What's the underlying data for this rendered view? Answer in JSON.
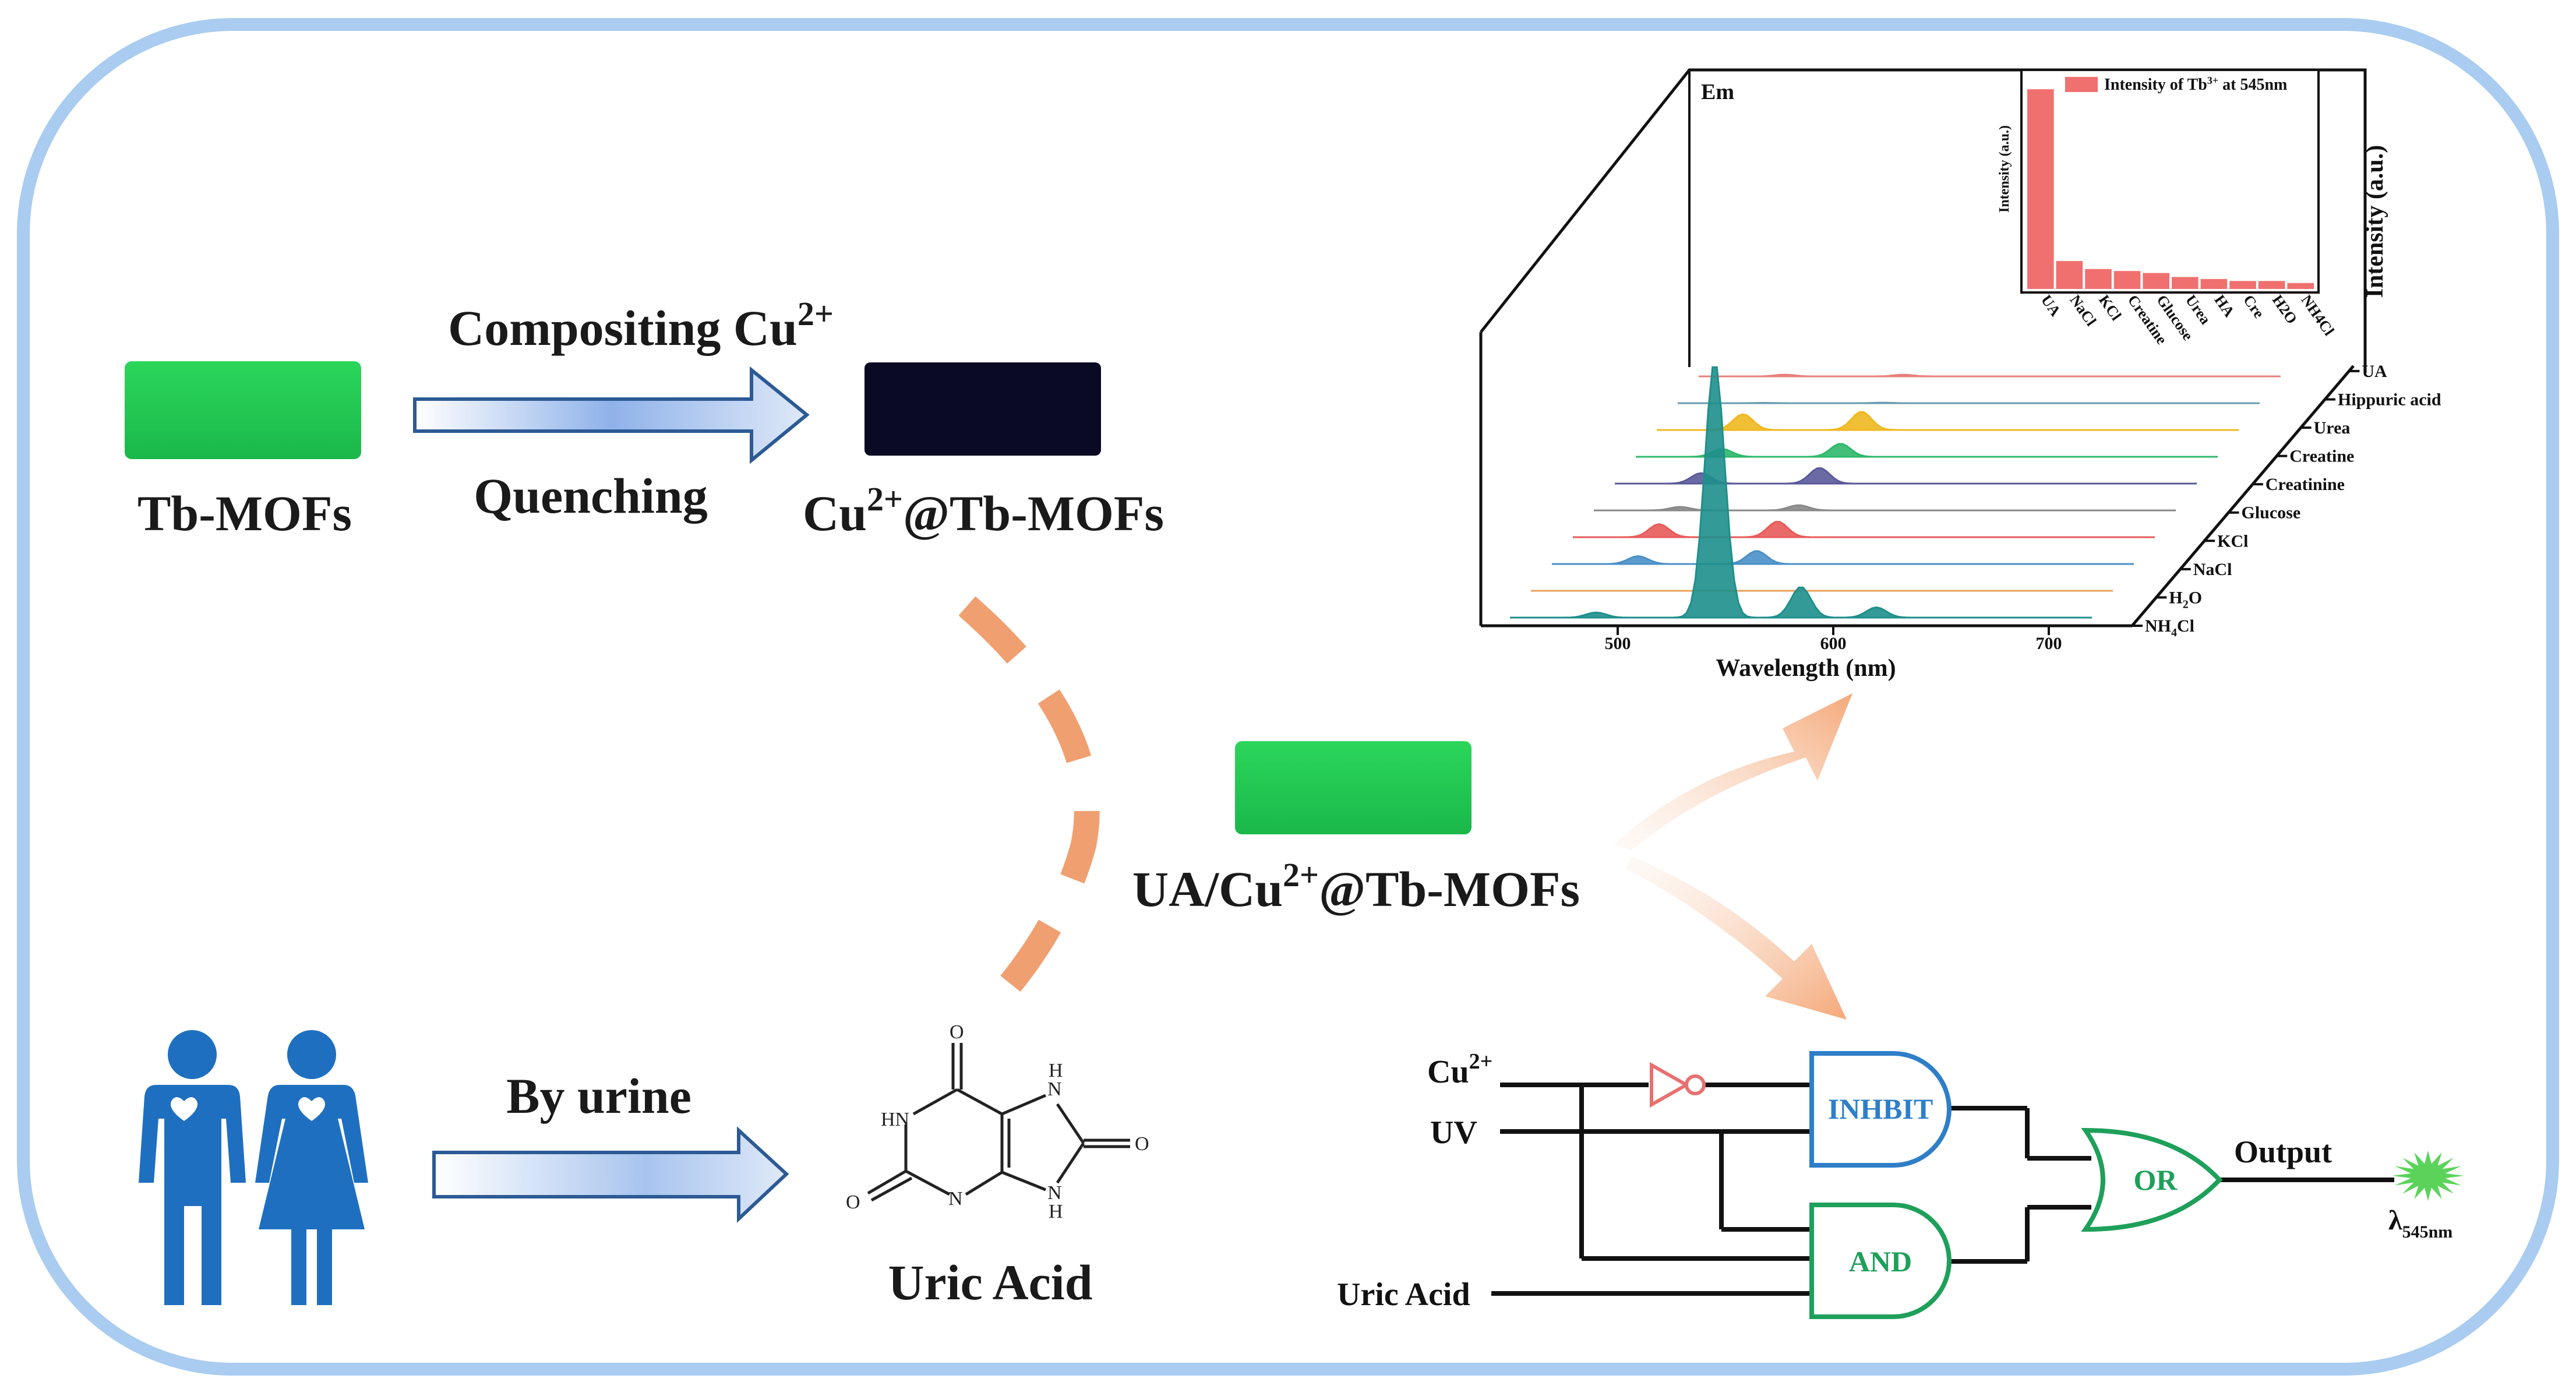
{
  "labels": {
    "tb_mofs": "Tb-MOFs",
    "compositing": "Compositing Cu",
    "compositing_sup": "2+",
    "quenching": "Quenching",
    "cu_tb_mofs_pre": "Cu",
    "cu_tb_mofs_sup": "2+",
    "cu_tb_mofs_post": "@Tb-MOFs",
    "ua_cu_pre": "UA/Cu",
    "ua_cu_sup": "2+",
    "ua_cu_post": "@Tb-MOFs",
    "by_urine": "By urine",
    "uric_acid": "Uric Acid"
  },
  "molecule": {
    "atoms": [
      "O",
      "HN",
      "N",
      "N",
      "H",
      "O",
      "N",
      "H",
      "O"
    ]
  },
  "spectrum": {
    "em_label": "Em",
    "xlabel": "Wavelength (nm)",
    "ylabel": "Intensity (a.u.)",
    "xticks": [
      "500",
      "600",
      "700"
    ],
    "series": [
      "UA",
      "Hippuric acid",
      "Urea",
      "Creatine",
      "Creatinine",
      "Glucose",
      "KCl",
      "NaCl",
      "H2O",
      "NH4Cl"
    ],
    "series_display": [
      {
        "main": "UA",
        "sub": ""
      },
      {
        "main": "Hippuric acid",
        "sub": ""
      },
      {
        "main": "Urea",
        "sub": ""
      },
      {
        "main": "Creatine",
        "sub": ""
      },
      {
        "main": "Creatinine",
        "sub": ""
      },
      {
        "main": "Glucose",
        "sub": ""
      },
      {
        "main": "KCl",
        "sub": ""
      },
      {
        "main": "NaCl",
        "sub": ""
      },
      {
        "main": "H",
        "sub": "2",
        "tail": "O"
      },
      {
        "main": "NH",
        "sub": "4",
        "tail": "Cl"
      }
    ],
    "colors": [
      "#1e8f8c",
      "#e8a05a",
      "#4a90c8",
      "#e85a5a",
      "#888888",
      "#5a5a9a",
      "#2fb86a",
      "#f0b820",
      "#6a9ab0",
      "#e8807a"
    ]
  },
  "chart_data": {
    "type": "bar",
    "legend": "Intensity of Tb3+ at 545nm",
    "legend_pre": "Intensity of Tb",
    "legend_sup": "3+",
    "legend_post": " at 545nm",
    "ylabel": "Intensity (a.u.)",
    "categories": [
      "UA",
      "NaCl",
      "KCl",
      "Creatine",
      "Glucose",
      "Urea",
      "HA",
      "Cre",
      "H2O",
      "NH4Cl"
    ],
    "values": [
      100,
      14,
      10,
      9,
      8,
      6,
      5,
      4,
      4,
      3
    ],
    "ylim": [
      0,
      105
    ],
    "color": "#f07070"
  },
  "logic": {
    "inputs": {
      "cu_main": "Cu",
      "cu_sup": "2+",
      "uv": "UV",
      "uric": "Uric Acid"
    },
    "gates": {
      "inhibit": "INHBIT",
      "and": "AND",
      "or": "OR"
    },
    "output": "Output",
    "lambda_main": "λ",
    "lambda_sub": "545nm",
    "colors": {
      "inhibit": "#2e7ec8",
      "and": "#1ea05a",
      "or": "#1ea05a",
      "not": "#e87070",
      "star": "#5bd35b"
    }
  }
}
